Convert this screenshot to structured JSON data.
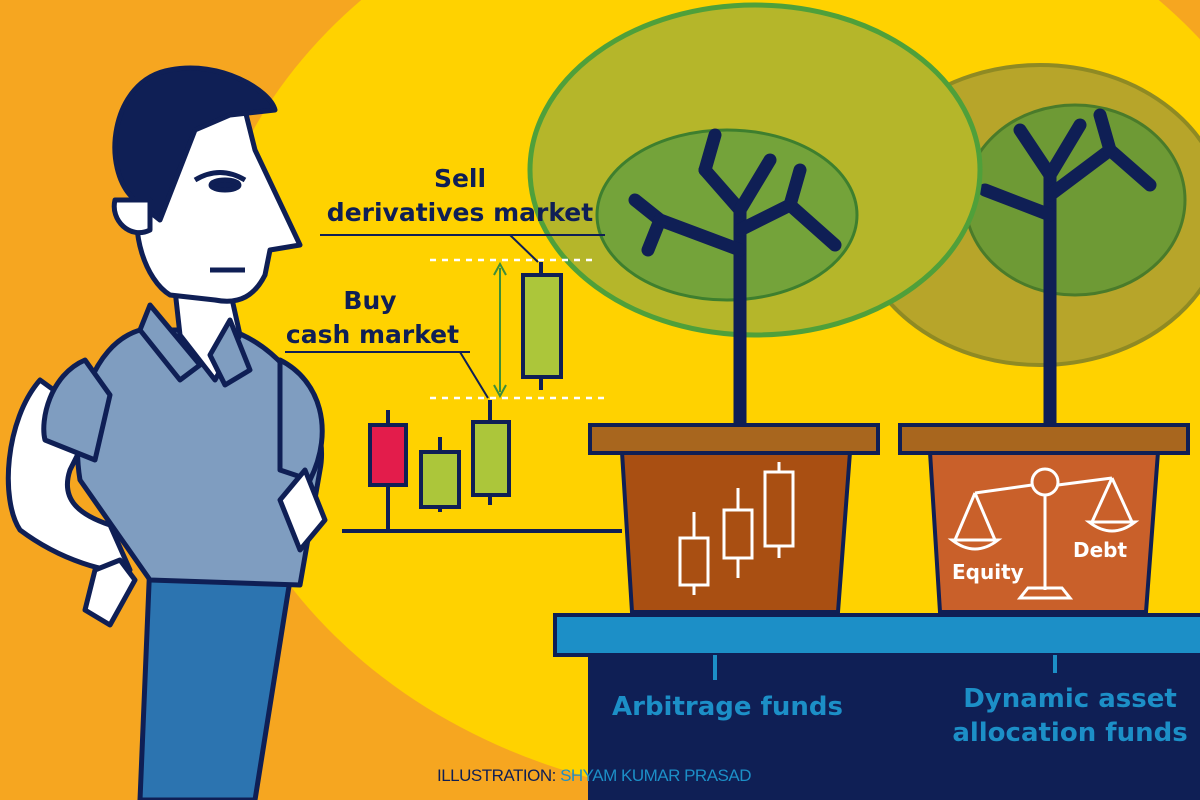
{
  "annotations": {
    "sell_line1": "Sell",
    "sell_line2": "derivatives market",
    "buy_line1": "Buy",
    "buy_line2": "cash market"
  },
  "pots": {
    "equity_label": "Equity",
    "debt_label": "Debt"
  },
  "funds": {
    "arbitrage": "Arbitrage funds",
    "dynamic_line1": "Dynamic asset",
    "dynamic_line2": "allocation funds"
  },
  "credit": {
    "prefix": "ILLUSTRATION:",
    "artist": "SHYAM KUMAR PRASAD"
  },
  "colors": {
    "orange": "#F6A620",
    "yellow": "#FFD200",
    "navy": "#0F1F55",
    "blue": "#1C8FC7"
  }
}
